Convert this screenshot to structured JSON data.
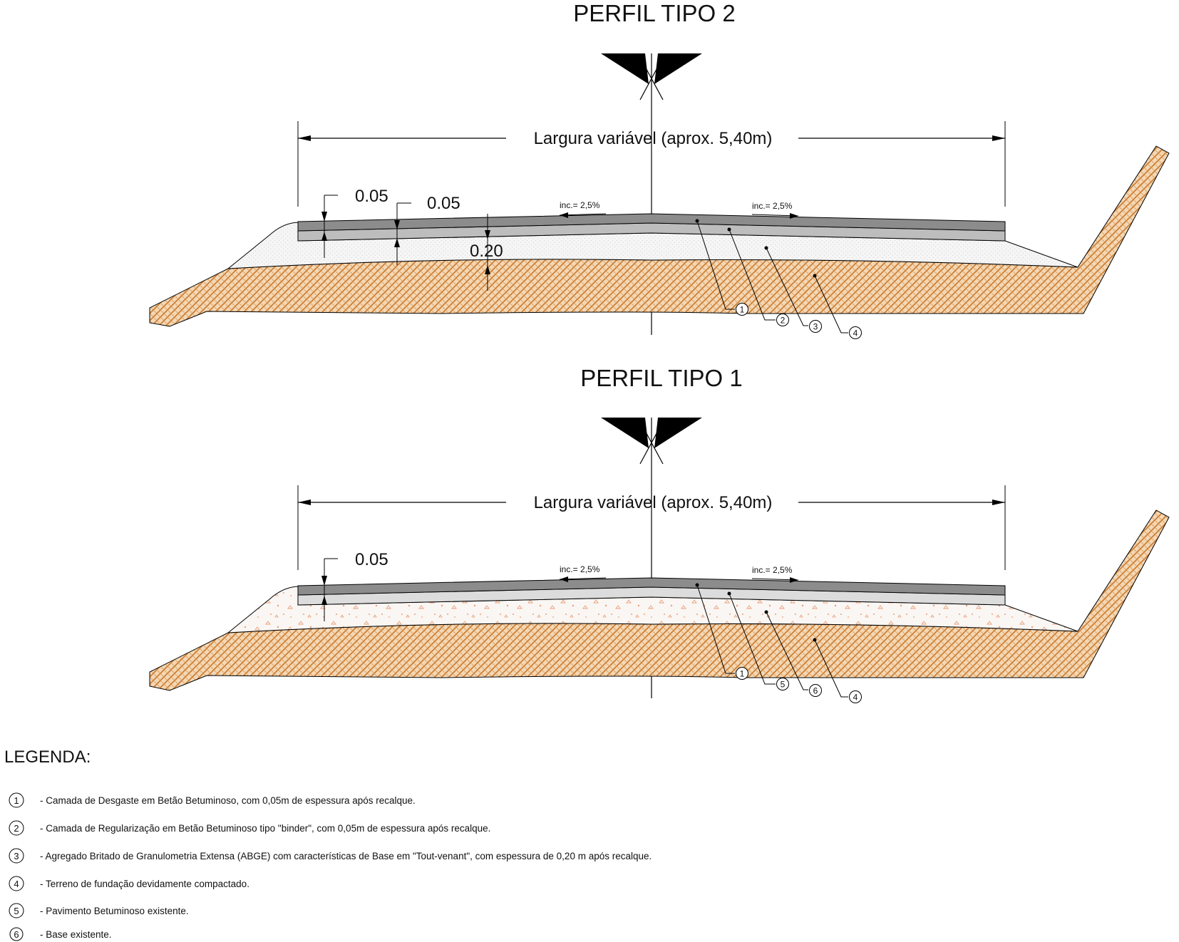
{
  "profile2": {
    "title": "PERFIL TIPO 2",
    "width_label": "Largura variável (aprox. 5,40m)",
    "slope_left": "inc.= 2,5%",
    "slope_right": "inc.= 2,5%",
    "dim_a": "0.05",
    "dim_b": "0.05",
    "dim_c": "0.20",
    "callouts": [
      "1",
      "2",
      "3",
      "4"
    ]
  },
  "profile1": {
    "title": "PERFIL TIPO  1",
    "width_label": "Largura variável (aprox. 5,40m)",
    "slope_left": "inc.= 2,5%",
    "slope_right": "inc.= 2,5%",
    "dim_a": "0.05",
    "callouts": [
      "1",
      "5",
      "6",
      "4"
    ]
  },
  "legend": {
    "title": "LEGENDA:",
    "items": [
      {
        "num": "1",
        "text": "- Camada de Desgaste em Betão Betuminoso, com 0,05m de espessura após recalque."
      },
      {
        "num": "2",
        "text": "- Camada de Regularização em Betão Betuminoso tipo \"binder\", com 0,05m de espessura após recalque."
      },
      {
        "num": "3",
        "text": "- Agregado Britado de Granulometria Extensa (ABGE) com características de Base em \"Tout-venant\", com espessura de 0,20 m após recalque."
      },
      {
        "num": "4",
        "text": "- Terreno de fundação devidamente compactado."
      },
      {
        "num": "5",
        "text": "- Pavimento Betuminoso existente."
      },
      {
        "num": "6",
        "text": "- Base existente."
      }
    ]
  },
  "colors": {
    "soil": "#d98a3a",
    "asphalt": "#8c8c8c",
    "binder": "#bdbdbd",
    "base": "#f2f2f2"
  }
}
